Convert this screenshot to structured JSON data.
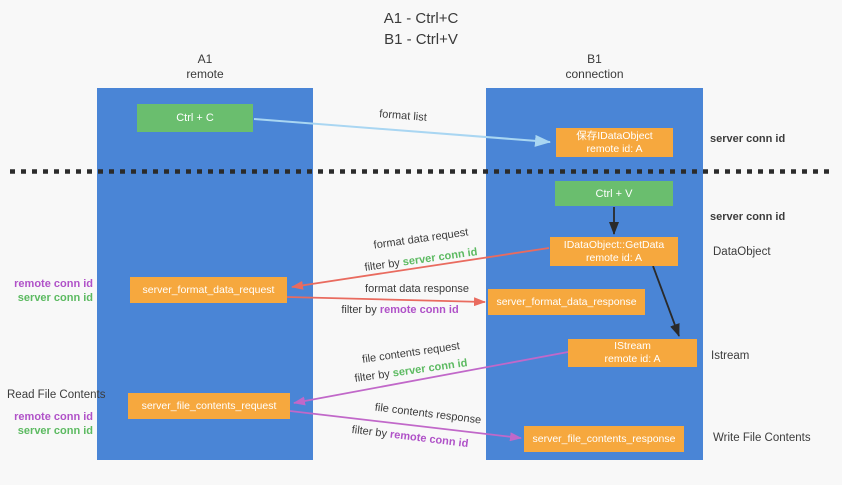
{
  "title": {
    "line1": "A1 - Ctrl+C",
    "line2": "B1 - Ctrl+V"
  },
  "lanes": {
    "left": {
      "title": "A1",
      "subtitle": "remote"
    },
    "right": {
      "title": "B1",
      "subtitle": "connection"
    }
  },
  "boxes": {
    "ctrl_c": {
      "label": "Ctrl + C"
    },
    "ctrl_v": {
      "label": "Ctrl + V"
    },
    "save_idataobject": {
      "line1": "保存IDataObject",
      "line2": "remote id: A"
    },
    "idataobject_getdata": {
      "line1": "IDataObject::GetData",
      "line2": "remote id: A"
    },
    "istream": {
      "line1": "IStream",
      "line2": "remote id: A"
    },
    "server_format_data_request": {
      "label": "server_format_data_request"
    },
    "server_format_data_response": {
      "label": "server_format_data_response"
    },
    "server_file_contents_request": {
      "label": "server_file_contents_request"
    },
    "server_file_contents_response": {
      "label": "server_file_contents_response"
    }
  },
  "arrow_labels": {
    "format_list": "format list",
    "format_data_request": "format data request",
    "format_data_response": "format data response",
    "file_contents_request": "file contents request",
    "file_contents_response": "file contents response",
    "filter_by": "filter by",
    "server_conn_id": "server conn id",
    "remote_conn_id": "remote conn id"
  },
  "side_labels": {
    "right": {
      "server_conn_id_top": "server conn id",
      "server_conn_id_mid": "server conn id",
      "dataobject": "DataObject",
      "istream": "Istream",
      "write_file_contents": "Write File Contents"
    },
    "left": {
      "pair1": {
        "remote": "remote conn id",
        "server": "server conn id"
      },
      "read_file_contents": "Read File Contents",
      "pair2": {
        "remote": "remote conn id",
        "server": "server conn id"
      }
    }
  },
  "colors": {
    "lane_blue": "#4a85d6",
    "green_box": "#6abe6e",
    "orange_box": "#f6a83e",
    "arrow_light_blue": "#a9d6f2",
    "arrow_red": "#e96b5f",
    "arrow_magenta": "#c168c9",
    "arrow_black": "#2a2a2a",
    "text_green": "#5cba61",
    "text_magenta": "#b052c8"
  }
}
